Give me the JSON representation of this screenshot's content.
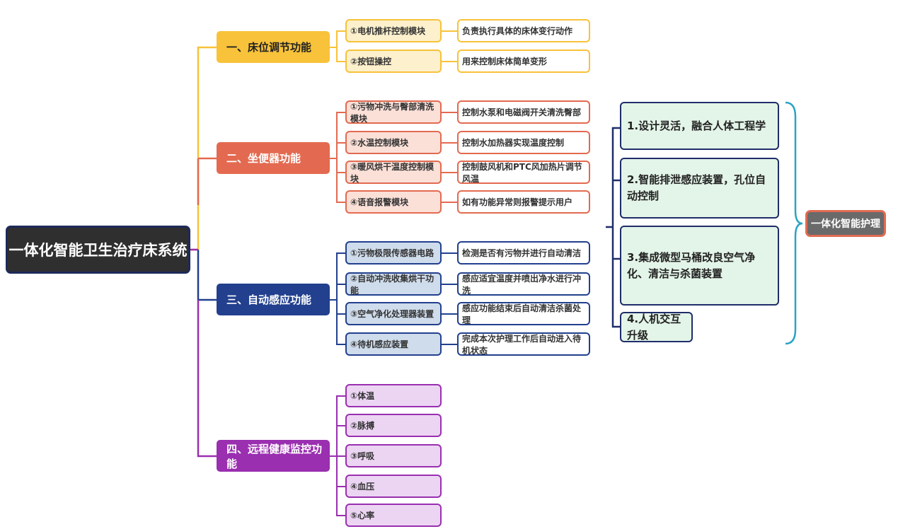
{
  "root": {
    "label": "一体化智能卫生治疗床系统"
  },
  "categories": [
    {
      "label": "一、床位调节功能",
      "items": [
        {
          "label": "①电机推杆控制模块",
          "desc": "负责执行具体的床体变行动作"
        },
        {
          "label": "②按钮操控",
          "desc": "用来控制床体简单变形"
        }
      ]
    },
    {
      "label": "二、坐便器功能",
      "items": [
        {
          "label": "①污物冲洗与臀部清洗模块",
          "desc": "控制水泵和电磁阀开关清洗臀部"
        },
        {
          "label": "②水温控制模块",
          "desc": "控制水加热器实现温度控制"
        },
        {
          "label": "③暖风烘干温度控制模块",
          "desc": "控制鼓风机和PTC风加热片调节风温"
        },
        {
          "label": "④语音报警模块",
          "desc": "如有功能异常则报警提示用户"
        }
      ]
    },
    {
      "label": "三、自动感应功能",
      "items": [
        {
          "label": "①污物极限传感器电路",
          "desc": "检测是否有污物并进行自动清洁"
        },
        {
          "label": "②自动冲洗收集烘干功能",
          "desc": "感应适宜温度并喷出净水进行冲洗"
        },
        {
          "label": "③空气净化处理器装置",
          "desc": "感应功能结束后自动清洁杀菌处理"
        },
        {
          "label": "④待机感应装置",
          "desc": "完成本次护理工作后自动进入待机状态"
        }
      ]
    },
    {
      "label": "四、远程健康监控功能",
      "items": [
        {
          "label": "①体温"
        },
        {
          "label": "②脉搏"
        },
        {
          "label": "③呼吸"
        },
        {
          "label": "④血压"
        },
        {
          "label": "⑤心率"
        }
      ]
    }
  ],
  "features": [
    {
      "label": "1.设计灵活，融合人体工程学"
    },
    {
      "label": "2.智能排泄感应装置，孔位自动控制"
    },
    {
      "label": "3.集成微型马桶改良空气净化、清洁与杀菌装置"
    },
    {
      "label": "4.人机交互升级"
    }
  ],
  "summary": {
    "label": "一体化智能护理"
  },
  "colors": {
    "cat1": "#f8c23a",
    "cat2": "#e36a50",
    "cat3": "#22408e",
    "cat4": "#9a2fb0",
    "sub1_bg": "#fdf0cc",
    "sub2_bg": "#fbe0d8",
    "sub3_bg": "#cfdceb",
    "sub4_bg": "#ecd5f3",
    "feature_bg": "#e3f4e8",
    "feature_border": "#1f2d6a",
    "brace": "#29a3c6"
  }
}
